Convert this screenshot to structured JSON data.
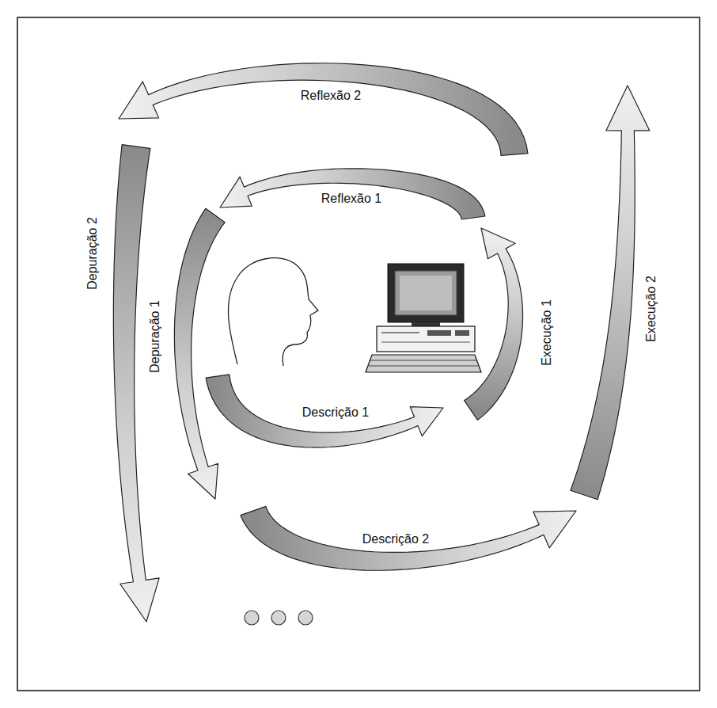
{
  "diagram": {
    "labels": [
      "Reflexão 2",
      "Reflexão 1",
      "Depuração 2",
      "Depuração 1",
      "Execução 1",
      "Execução 2",
      "Descrição 1",
      "Descrição 2"
    ]
  }
}
